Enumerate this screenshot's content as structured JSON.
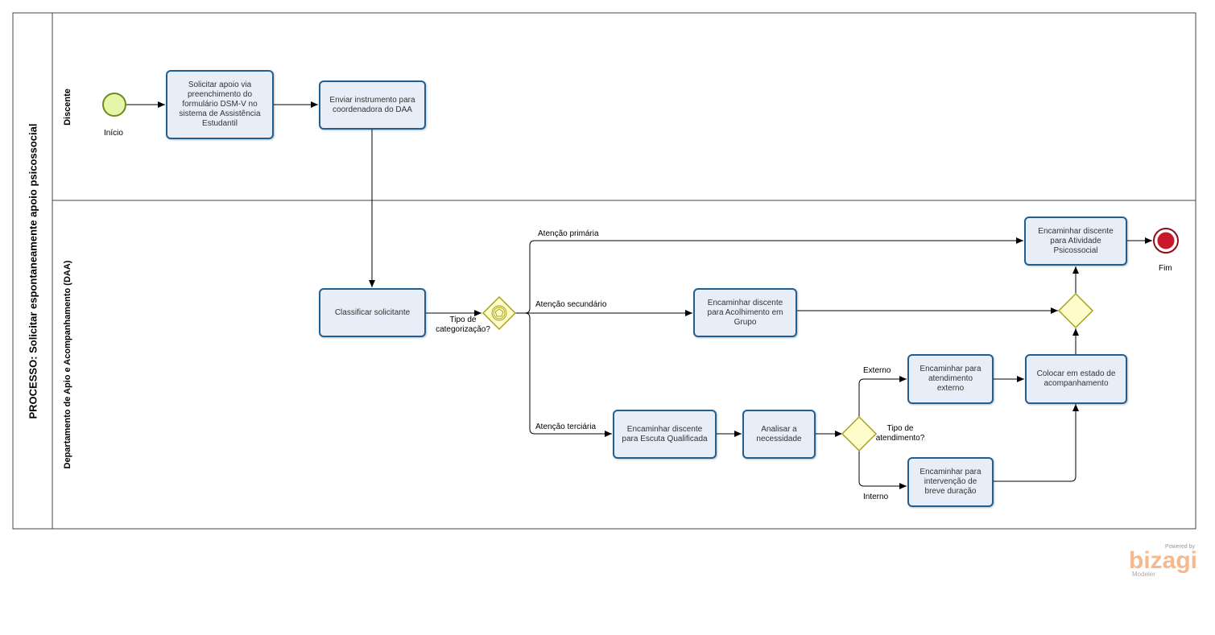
{
  "pool": {
    "title": "PROCESSO: Solicitar espontaneamente apoio psicossocial"
  },
  "lanes": [
    {
      "title": "Discente"
    },
    {
      "title": "Departamento de Apio e Acompanhamento (DAA)"
    }
  ],
  "events": {
    "start": "Início",
    "end": "Fim"
  },
  "tasks": {
    "solicitar": "Solicitar apoio via preenchimento do formulário DSM-V no sistema de Assistência Estudantil",
    "enviar": "Enviar instrumento para coordenadora do DAA",
    "classificar": "Classificar solicitante",
    "atividade": "Encaminhar discente para Atividade Psicossocial",
    "acolhimento": "Encaminhar discente para Acolhimento em Grupo",
    "escuta": "Encaminhar discente para Escuta Qualificada",
    "analisar": "Analisar a necessidade",
    "externo": "Encaminhar para atendimento externo",
    "intervencao": "Encaminhar para intervenção de breve duração",
    "acompanhamento": "Colocar em estado de acompanhamento"
  },
  "gateways": {
    "categorizacao_line1": "Tipo de",
    "categorizacao_line2": "categorização?",
    "atendimento_line1": "Tipo de",
    "atendimento_line2": "atendimento?"
  },
  "flows": {
    "primaria": "Atenção primária",
    "secundaria": "Atenção secundário",
    "terciaria": "Atenção terciária",
    "externo": "Externo",
    "interno": "Interno"
  },
  "branding": {
    "powered": "Powered by",
    "logo": "bizagi",
    "product": "Modeler"
  },
  "colors": {
    "task_fill": "#e8eef7",
    "task_border": "#1f5f93",
    "start_fill": "#e6f5a8",
    "start_border": "#6d8b1a",
    "end_fill": "#c8182a",
    "end_border": "#8a0f1a",
    "gateway_fill": "#fffccc",
    "gateway_border": "#a9a21a",
    "brand": "#f5b98d"
  }
}
